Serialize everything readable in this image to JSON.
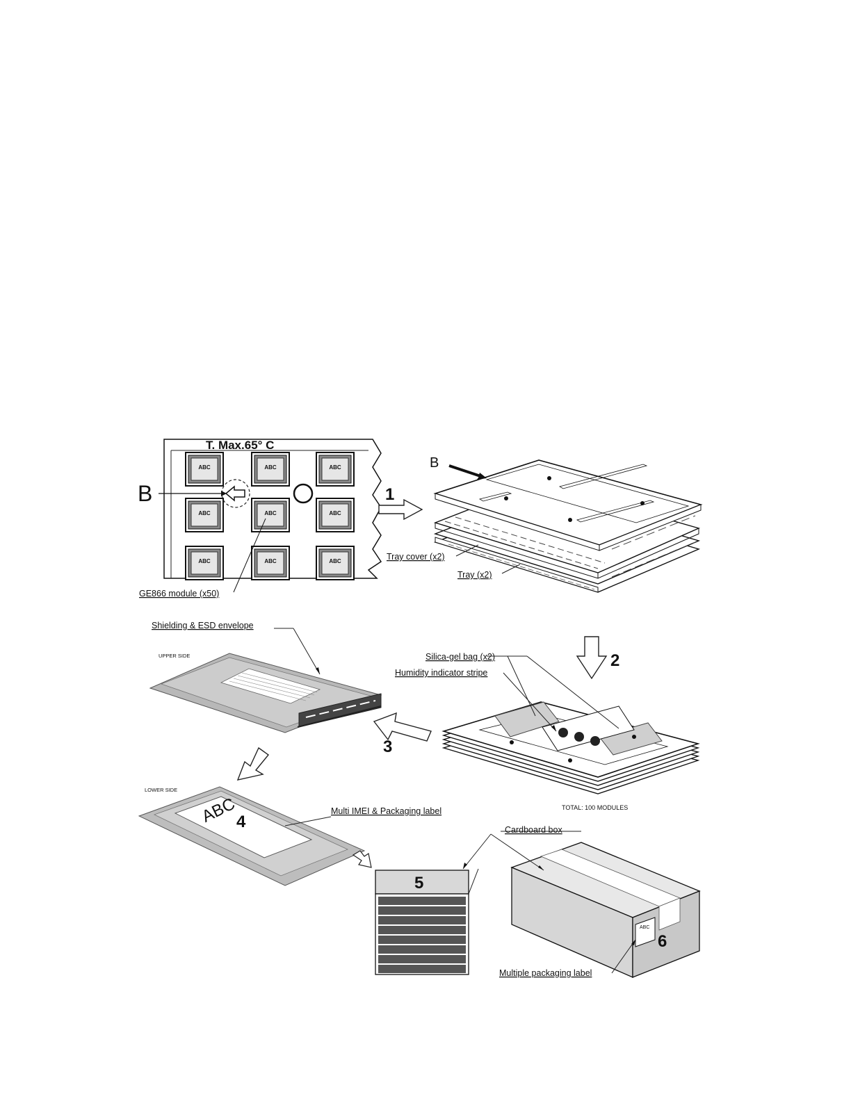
{
  "tray_closeup": {
    "temp_label": "T. Max.65° C",
    "chip_label": "ABC",
    "letter_b": "B",
    "module_label": "GE866 module (x50)"
  },
  "tray_stack": {
    "letter_b": "B",
    "tray_cover_label": "Tray cover (x2)",
    "tray_label": "Tray  (x2)"
  },
  "steps": {
    "s1": "1",
    "s2": "2",
    "s3": "3",
    "s4": "4",
    "s5": "5",
    "s6": "6"
  },
  "envelope": {
    "title_label": "Shielding & ESD envelope",
    "upper_side": "UPPER SIDE",
    "lower_side": "LOWER SIDE",
    "label_text": "ABC",
    "multi_label": "Multi IMEI & Packaging label"
  },
  "silica": {
    "silica_label": "Silica-gel bag (x2)",
    "humidity_label": "Humidity indicator stripe",
    "total": "TOTAL: 100 MODULES"
  },
  "box": {
    "cardboard_label": "Cardboard box",
    "multiple_label": "Multiple packaging label",
    "box_label_text": "ABC"
  }
}
